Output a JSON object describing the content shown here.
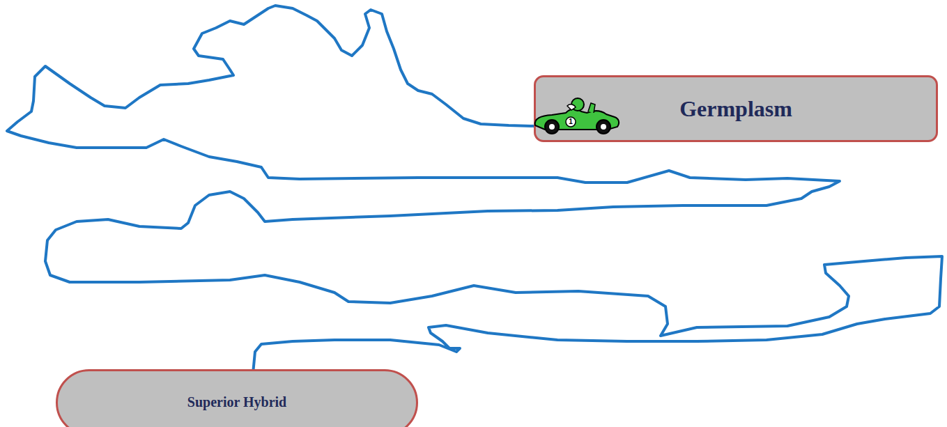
{
  "diagram": {
    "nodes": [
      {
        "text": [
          "Germplasm"
        ]
      },
      {
        "text": [
          "Superior Hybrid"
        ]
      }
    ],
    "edges": [
      {
        "from": 0,
        "to": 1,
        "arrow": "none"
      }
    ],
    "labels": [
      "1"
    ]
  }
}
